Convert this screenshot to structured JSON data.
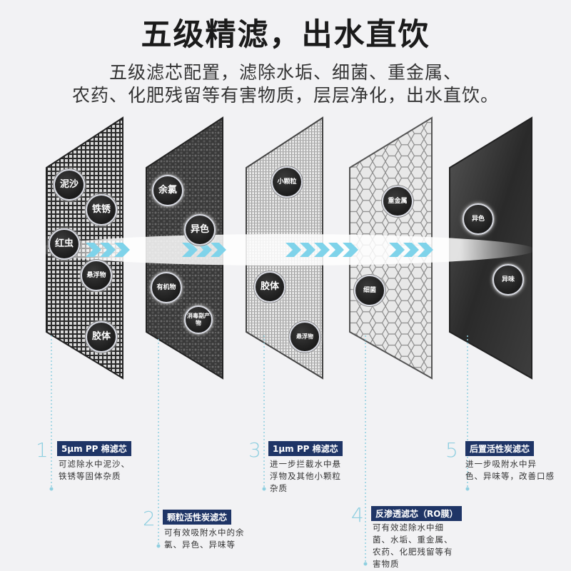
{
  "header": {
    "title": "五级精滤，出水直饮",
    "subtitle_line1": "五级滤芯配置，滤除水垢、细菌、重金属、",
    "subtitle_line2": "农药、化肥残留等有害物质，层层净化，出水直饮。"
  },
  "layers": [
    {
      "number": "1",
      "label": "5μm PP 棉滤芯",
      "desc": [
        "可滤除水中泥沙、",
        "铁锈等固体杂质"
      ],
      "bubbles": [
        "泥沙",
        "铁锈",
        "红虫",
        "悬浮物",
        "胶体"
      ]
    },
    {
      "number": "2",
      "label": "颗粒活性炭滤芯",
      "desc": [
        "可有效吸附水中的余",
        "氯、异色、异味等"
      ],
      "bubbles": [
        "余氯",
        "异色",
        "有机物",
        "消毒副产物"
      ]
    },
    {
      "number": "3",
      "label": "1μm PP 棉滤芯",
      "desc": [
        "进一步拦截水中悬",
        "浮物及其他小颗粒",
        "杂质"
      ],
      "bubbles": [
        "小颗粒",
        "胶体",
        "悬浮物"
      ]
    },
    {
      "number": "4",
      "label": "反渗透滤芯（RO膜）",
      "desc": [
        "可有效滤除水中细",
        "菌、水垢、重金属、",
        "农药、化肥残留等有",
        "害物质"
      ],
      "bubbles": [
        "重金属",
        "细菌"
      ]
    },
    {
      "number": "5",
      "label": "后置活性炭滤芯",
      "desc": [
        "进一步吸附水中异",
        "色、异味等，改善口感"
      ],
      "bubbles": [
        "异色",
        "异味"
      ]
    }
  ],
  "colors": {
    "label_bg": "#1f3566",
    "number": "#8fcfe0",
    "water_flow": "#7fd3ea"
  }
}
